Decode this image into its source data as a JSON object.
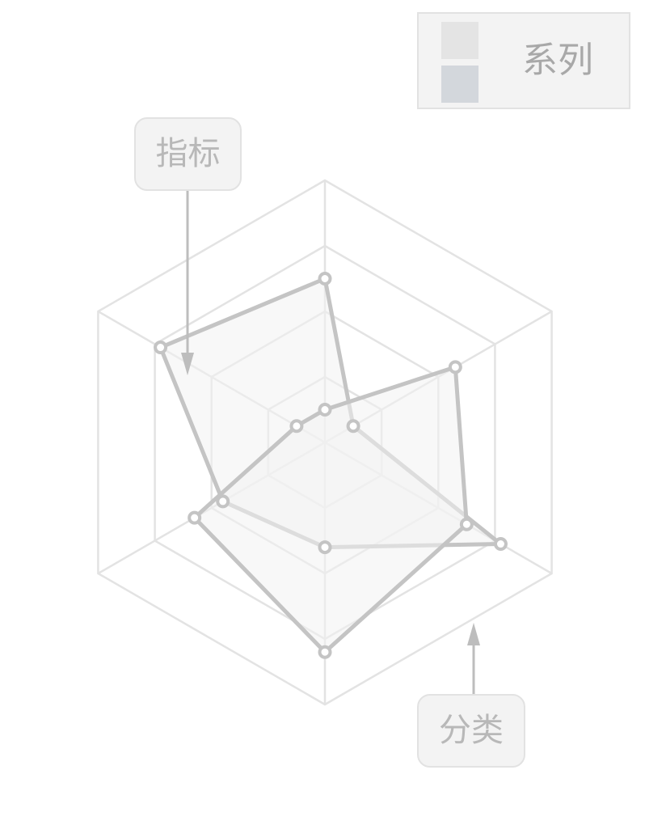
{
  "chart_data": {
    "type": "radar",
    "indicator_count": 6,
    "max": 4,
    "grid_levels": 4,
    "series": [
      {
        "values": [
          2.5,
          0.5,
          3.1,
          1.6,
          1.8,
          2.9
        ],
        "color": "#c4c4c4",
        "fill": "#f2f2f2"
      },
      {
        "values": [
          0.5,
          2.3,
          2.5,
          3.2,
          2.3,
          0.5
        ],
        "color": "#c4c4c4",
        "fill": "#f2f2f2"
      }
    ],
    "legend": {
      "label": "系列",
      "swatch_colors": [
        "#e4e4e4",
        "#d3d7dc"
      ],
      "position": "top-right"
    },
    "annotations": [
      {
        "text": "指标",
        "target": "indicator"
      },
      {
        "text": "分类",
        "target": "category"
      }
    ],
    "grid_color": "#e3e3e3"
  }
}
